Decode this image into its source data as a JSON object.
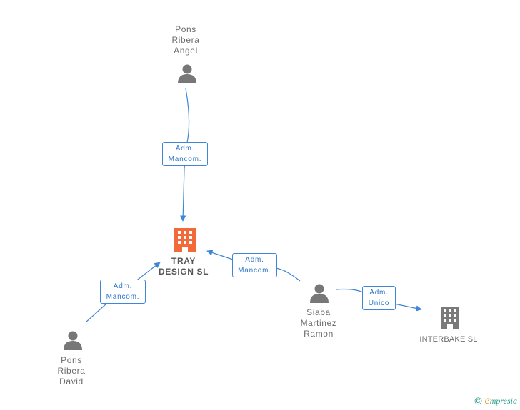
{
  "nodes": {
    "pons_angel": {
      "lines": [
        "Pons",
        "Ribera",
        "Angel"
      ]
    },
    "tray": {
      "lines": [
        "TRAY",
        "DESIGN  SL"
      ]
    },
    "pons_david": {
      "lines": [
        "Pons",
        "Ribera",
        "David"
      ]
    },
    "siaba": {
      "lines": [
        "Siaba",
        "Martinez",
        "Ramon"
      ]
    },
    "interbake": {
      "lines": [
        "INTERBAKE SL"
      ]
    }
  },
  "edges": {
    "angel_tray": {
      "lines": [
        "Adm.",
        "Mancom."
      ]
    },
    "david_tray": {
      "lines": [
        "Adm.",
        "Mancom."
      ]
    },
    "siaba_tray": {
      "lines": [
        "Adm.",
        "Mancom."
      ]
    },
    "siaba_interbake": {
      "lines": [
        "Adm.",
        "Unico"
      ]
    }
  },
  "footer": {
    "copyright_symbol": "©",
    "brand_first": "e",
    "brand_rest": "mpresia"
  },
  "colors": {
    "edge": "#3f86d6",
    "main_company": "#f26a3a",
    "company": "#7a7a7a",
    "person": "#777777"
  }
}
